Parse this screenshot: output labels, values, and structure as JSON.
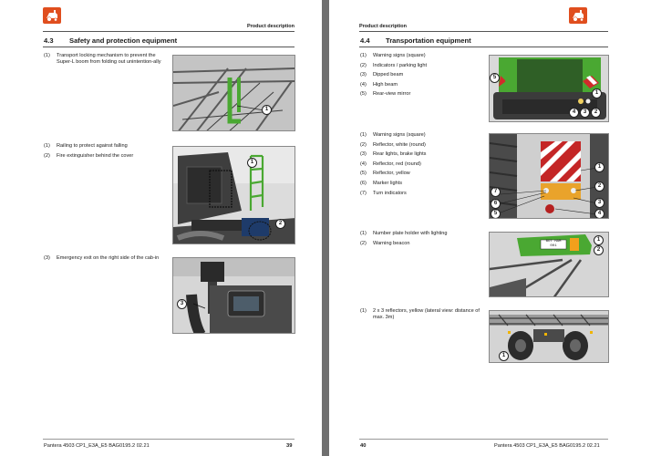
{
  "left_page": {
    "header": "Product description",
    "section_number": "4.3",
    "section_title": "Safety and protection equipment",
    "blocks": [
      {
        "items": [
          {
            "num": "(1)",
            "text": "Transport locking mechanism to prevent the Super-L boom from folding out unintention-ally"
          }
        ]
      },
      {
        "items": [
          {
            "num": "(1)",
            "text": "Railing to protect against falling"
          },
          {
            "num": "(2)",
            "text": "Fire extinguisher behind the cover"
          }
        ]
      },
      {
        "items": [
          {
            "num": "(3)",
            "text": "Emergency exit on the right side of the cab-in"
          }
        ]
      }
    ],
    "figures": [
      {
        "callouts": [
          "1"
        ]
      },
      {
        "callouts": [
          "1",
          "2"
        ]
      },
      {
        "callouts": [
          "3"
        ]
      }
    ],
    "footer": "Pantera 4503 CP1_E3A_E5  BAG0195.2  02.21",
    "page_number": "39"
  },
  "right_page": {
    "header": "Product description",
    "section_number": "4.4",
    "section_title": "Transportation equipment",
    "blocks": [
      {
        "items": [
          {
            "num": "(1)",
            "text": "Warning signs (square)"
          },
          {
            "num": "(2)",
            "text": "Indicators / parking light"
          },
          {
            "num": "(3)",
            "text": "Dipped beam"
          },
          {
            "num": "(4)",
            "text": "High beam"
          },
          {
            "num": "(5)",
            "text": "Rear-view mirror"
          }
        ]
      },
      {
        "items": [
          {
            "num": "(1)",
            "text": "Warning signs (square)"
          },
          {
            "num": "(2)",
            "text": "Reflector, white (round)"
          },
          {
            "num": "(3)",
            "text": "Rear lights, brake lights"
          },
          {
            "num": "(4)",
            "text": "Reflector, red (round)"
          },
          {
            "num": "(5)",
            "text": "Reflector, yellow"
          },
          {
            "num": "(6)",
            "text": "Marker lights"
          },
          {
            "num": "(7)",
            "text": "Turn indicators"
          }
        ]
      },
      {
        "items": [
          {
            "num": "(1)",
            "text": "Number plate holder with lighting"
          },
          {
            "num": "(2)",
            "text": "Warning beacon"
          }
        ]
      },
      {
        "items": [
          {
            "num": "(1)",
            "text": "2 x 3 reflectors, yellow (lateral view: distance of max. 3m)"
          }
        ]
      }
    ],
    "figures": [
      {
        "callouts": [
          "5",
          "1",
          "4",
          "3",
          "2"
        ]
      },
      {
        "callouts": [
          "1",
          "2",
          "3",
          "4",
          "7",
          "6",
          "5"
        ]
      },
      {
        "callouts": [
          "1",
          "2"
        ],
        "plate_text": "BOT HAM 001"
      },
      {
        "callouts": [
          "1"
        ]
      }
    ],
    "footer": "Pantera 4503 CP1_E3A_E5  BAG0195.2  02.21",
    "page_number": "40"
  },
  "colors": {
    "brand": "#e04e1e",
    "machine_green": "#4aa832",
    "background": "#6f6f6f"
  }
}
